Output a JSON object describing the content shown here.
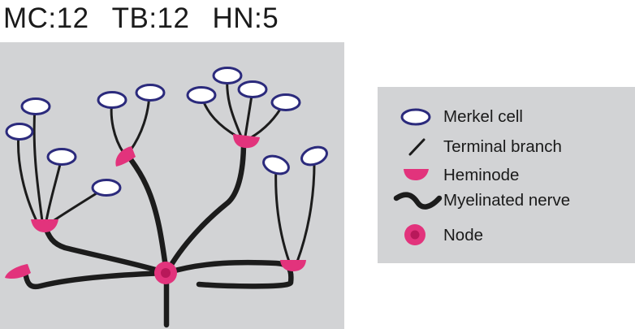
{
  "counts": {
    "mc": "MC:12",
    "tb": "TB:12",
    "hn": "HN:5"
  },
  "legend": {
    "merkel_cell": "Merkel cell",
    "terminal_branch": "Terminal branch",
    "heminode": "Heminode",
    "myelinated_nerve": "Myelinated nerve",
    "node": "Node"
  },
  "colors": {
    "panel_bg": "#d2d3d5",
    "merkel_stroke": "#2b2a7c",
    "merkel_fill": "#ffffff",
    "nerve": "#1c1c1c",
    "heminode": "#e2337c",
    "node_fill": "#e2337c",
    "node_core": "#b8185a"
  }
}
